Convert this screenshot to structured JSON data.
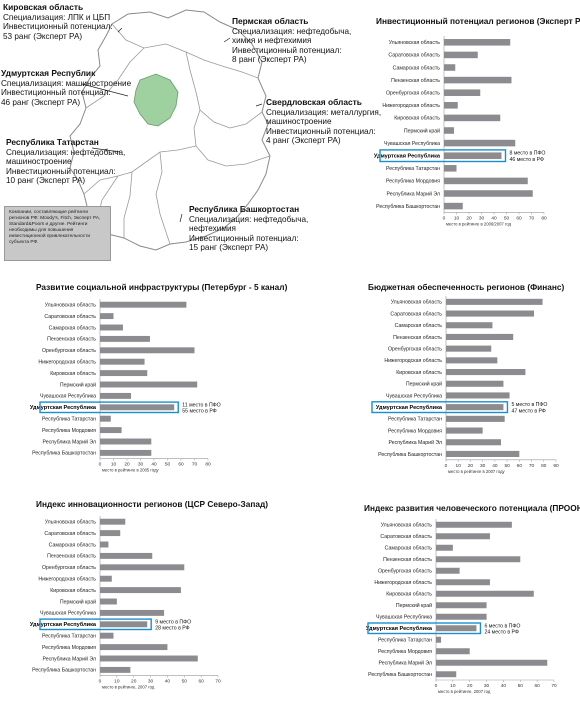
{
  "map": {
    "regions": [
      {
        "name": "Кировская область",
        "lines": [
          "Специализация: ЛПК и ЦБП",
          "Инвестиционный потенциал:",
          "53 ранг (Эксперт РА)"
        ]
      },
      {
        "name": "Пермская область",
        "lines": [
          "Специализация: нефтедобыча,",
          "химия и нефтехимия",
          "Инвестиционный потенциал:",
          "8 ранг (Эксперт РА)"
        ]
      },
      {
        "name": "Удмуртская Республик",
        "lines": [
          "Специализация: машиностроение",
          "Инвестиционный потенциал:",
          "46 ранг (Эксперт РА)"
        ]
      },
      {
        "name": "Свердловская область",
        "lines": [
          "Специализация: металлургия,",
          "машиностроение",
          "Инвестиционный потенциал:",
          "4 ранг (Эксперт РА)"
        ]
      },
      {
        "name": "Республика Татарстан",
        "lines": [
          "Специализация: нефтедобыча,",
          "машиностроение",
          "Инвестиционный потенциал:",
          "10 ранг (Эксперт РА)"
        ]
      },
      {
        "name": "Республика Башкортостан",
        "lines": [
          "Специализация: нефтедобыча,",
          "нефтехимия",
          "Инвестиционный потенциал:",
          "15 ранг (Эксперт РА)"
        ]
      }
    ],
    "note": "Компании, составляющие рейтинги регионов РФ: Moody's, Fitch, Эксперт РА, Standard&Poors и другие. Рейтинги необходимы для повышения инвестиционной привлекательности субъекта РФ.",
    "colors": {
      "highlight": "#9fd0a0",
      "outline": "#888888",
      "fill": "#ffffff"
    }
  },
  "chart_data": [
    {
      "id": "investment",
      "type": "bar",
      "orientation": "horizontal",
      "title": "Инвестиционный потенциал регионов (Эксперт РА)",
      "categories": [
        "Ульяновская область",
        "Саратовская область",
        "Самарская область",
        "Пензенская область",
        "Оренбургская область",
        "Нижегородская область",
        "Кировская область",
        "Пермский край",
        "Чувашская Республика",
        "Удмуртская Республика",
        "Республика Татарстан",
        "Республика Мордовия",
        "Республика Марий Эл",
        "Республика Башкортостан"
      ],
      "values": [
        53,
        27,
        9,
        54,
        29,
        11,
        45,
        8,
        57,
        46,
        10,
        67,
        71,
        15
      ],
      "highlight_index": 9,
      "annotation": [
        "8 место в ПФО",
        "46 место в РФ"
      ],
      "xlabel": "место в рейтинге в 2006/2007 год",
      "xlim": [
        0,
        80
      ],
      "xticks": [
        0,
        10,
        20,
        30,
        40,
        50,
        60,
        70,
        80
      ],
      "bar_color": "#8c8c90",
      "highlight_color": "#1a8fd0"
    },
    {
      "id": "social",
      "type": "bar",
      "orientation": "horizontal",
      "title": "Развитие социальной инфраструктуры (Петербург - 5 канал)",
      "categories": [
        "Ульяновская область",
        "Саратовская область",
        "Самарская область",
        "Пензенская область",
        "Оренбургская область",
        "Нижегородская область",
        "Кировская область",
        "Пермский край",
        "Чувашская Республика",
        "Удмуртская Республика",
        "Республика Татарстан",
        "Республика Мордовия",
        "Республика Марий Эл",
        "Республика Башкортостан"
      ],
      "values": [
        64,
        10,
        17,
        37,
        70,
        33,
        35,
        72,
        23,
        55,
        8,
        16,
        38,
        38
      ],
      "highlight_index": 9,
      "annotation": [
        "11 место в ПФО",
        "55 место в РФ"
      ],
      "xlabel": "место в рейтинге в 2005 году",
      "xlim": [
        0,
        80
      ],
      "xticks": [
        0,
        10,
        20,
        30,
        40,
        50,
        60,
        70,
        80
      ],
      "bar_color": "#8c8c90",
      "highlight_color": "#1a8fd0"
    },
    {
      "id": "budget",
      "type": "bar",
      "orientation": "horizontal",
      "title": "Бюджетная обеспеченность регионов (Финанс)",
      "categories": [
        "Ульяновская область",
        "Саратовская область",
        "Самарская область",
        "Пензенская область",
        "Оренбургская область",
        "Нижегородская область",
        "Кировская область",
        "Пермский край",
        "Чувашская Республика",
        "Удмуртская Республика",
        "Республика Татарстан",
        "Республика Мордовия",
        "Республика Марий Эл",
        "Республика Башкортостан"
      ],
      "values": [
        79,
        72,
        38,
        55,
        37,
        42,
        65,
        47,
        52,
        47,
        48,
        30,
        45,
        60
      ],
      "highlight_index": 9,
      "annotation": [
        "5 место в ПФО",
        "47 место в РФ"
      ],
      "xlabel": "место в рейтинге в 2007 году",
      "xlim": [
        0,
        90
      ],
      "xticks": [
        0,
        10,
        20,
        30,
        40,
        50,
        60,
        70,
        80,
        90
      ],
      "bar_color": "#8c8c90",
      "highlight_color": "#1a8fd0"
    },
    {
      "id": "innovation",
      "type": "bar",
      "orientation": "horizontal",
      "title": "Индекс инновационности регионов (ЦСР Северо-Запад)",
      "categories": [
        "Ульяновская область",
        "Саратовская область",
        "Самарская область",
        "Пензенская область",
        "Оренбургская область",
        "Нижегородская область",
        "Кировская область",
        "Пермский край",
        "Чувашская Республика",
        "Удмуртская Республика",
        "Республика Татарстан",
        "Республика Мордовия",
        "Республика Марий Эл",
        "Республика Башкортостан"
      ],
      "values": [
        15,
        12,
        5,
        31,
        50,
        7,
        48,
        10,
        38,
        28,
        8,
        40,
        58,
        18
      ],
      "highlight_index": 9,
      "annotation": [
        "9 место в ПФО",
        "28 место в РФ"
      ],
      "xlabel": "место в рейтинге, 2007 год",
      "xlim": [
        0,
        70
      ],
      "xticks": [
        0,
        10,
        20,
        30,
        40,
        50,
        60,
        70
      ],
      "bar_color": "#8c8c90",
      "highlight_color": "#1a8fd0"
    },
    {
      "id": "human",
      "type": "bar",
      "orientation": "horizontal",
      "title": "Индекс развития человеческого потенциала (ПРООН)",
      "categories": [
        "Ульяновская область",
        "Саратовская область",
        "Самарская область",
        "Пензенская область",
        "Оренбургская область",
        "Нижегородская область",
        "Кировская область",
        "Пермский край",
        "Чувашская Республика",
        "Удмуртская Республика",
        "Республика Татарстан",
        "Республика Мордовия",
        "Республика Марий Эл",
        "Республика Башкортостан"
      ],
      "values": [
        45,
        32,
        10,
        50,
        14,
        32,
        58,
        30,
        30,
        24,
        3,
        20,
        66,
        12
      ],
      "highlight_index": 9,
      "annotation": [
        "6 место в ПФО",
        "24 место в РФ"
      ],
      "xlabel": "место в рейтинге, 2007 год",
      "xlim": [
        0,
        70
      ],
      "xticks": [
        0,
        10,
        20,
        30,
        40,
        50,
        60,
        70
      ],
      "bar_color": "#8c8c90",
      "highlight_color": "#1a8fd0"
    }
  ]
}
